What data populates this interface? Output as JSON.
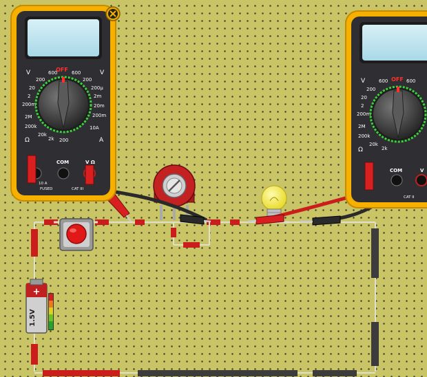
{
  "multimeter_left": {
    "dial_off": "OFF",
    "dial_labels_left": [
      "600",
      "200",
      "20",
      "2",
      "200m",
      "2M",
      "200k",
      "20k",
      "2k",
      "200"
    ],
    "dial_labels_right": [
      "600",
      "200",
      "200µ",
      "2m",
      "20m",
      "200m",
      "10A"
    ],
    "dial_top_left_unit": "V",
    "dial_top_right_unit": "V",
    "ohm_symbol": "Ω",
    "amp_symbol": "A",
    "port_com": "COM",
    "port_v": "V Ω",
    "port_10a": "10 A",
    "fused": "FUSED",
    "cat": "CAT III"
  },
  "multimeter_right": {
    "dial_off": "OFF",
    "dial_labels_left": [
      "600",
      "200",
      "20",
      "2",
      "200m",
      "2M",
      "200k",
      "20k",
      "2k"
    ],
    "dial_labels_right": [
      "600"
    ],
    "dial_top_left_unit": "V",
    "ohm_symbol": "Ω",
    "port_com": "COM",
    "port_v": "V",
    "cat": "CAT II"
  },
  "battery": {
    "voltage": "1.5V",
    "symbol": "+"
  },
  "colors": {
    "board": "#c9c466",
    "meter_frame": "#f5b000",
    "wire_red": "#cc1d1d",
    "wire_black": "#333333",
    "bulb": "#f2ec3a"
  }
}
